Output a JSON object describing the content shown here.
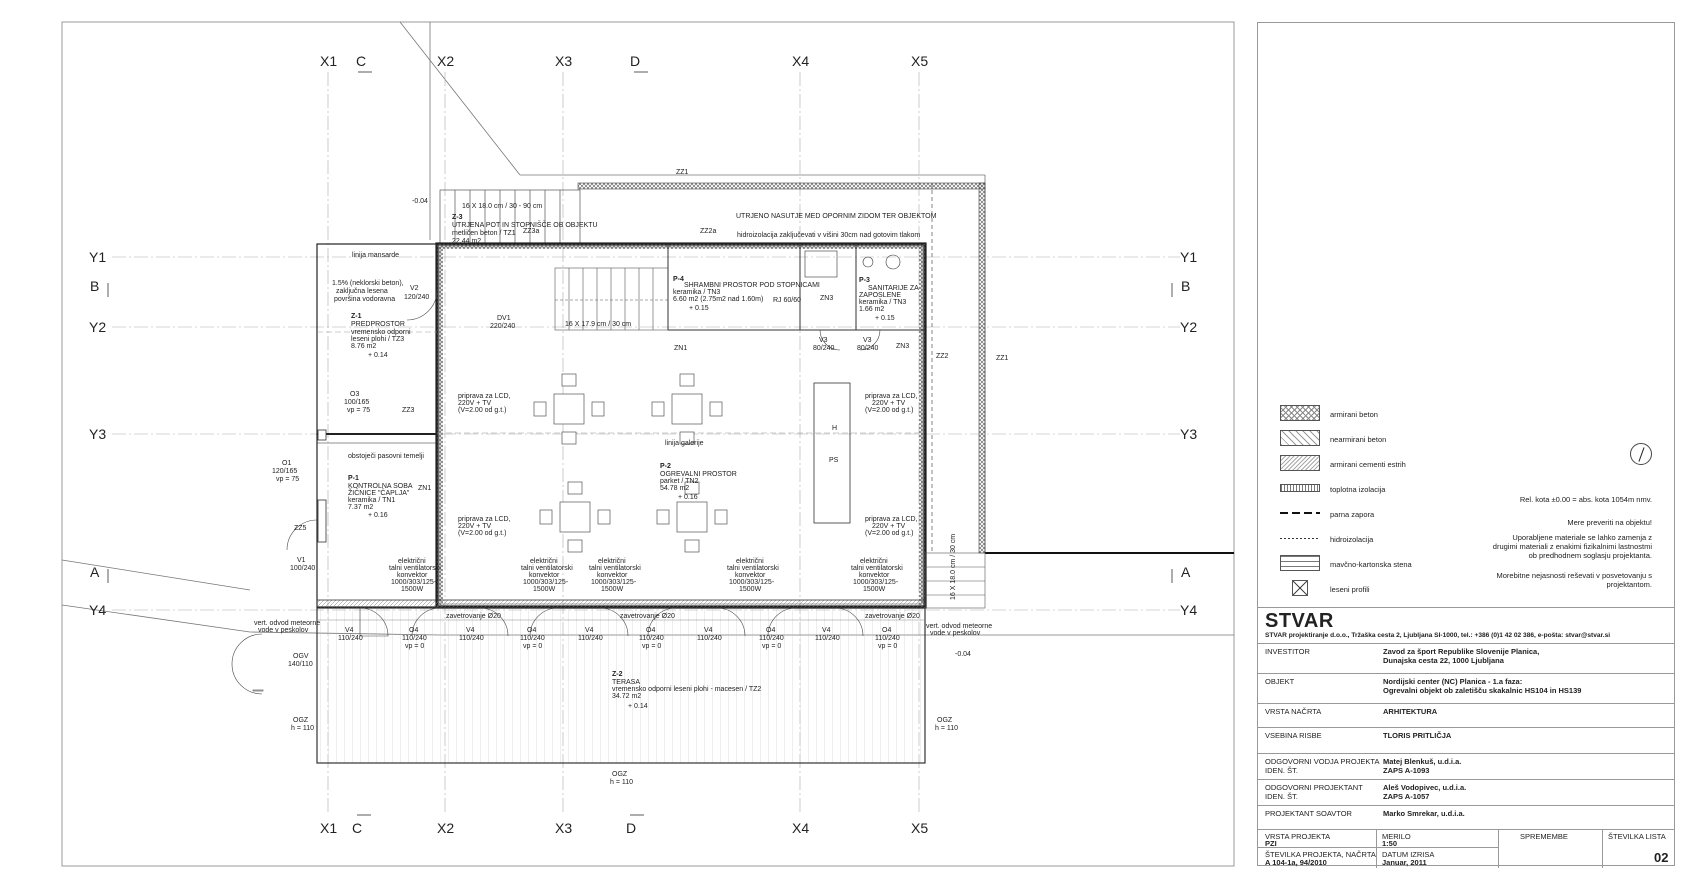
{
  "axes": {
    "x_top": [
      "X1",
      "C",
      "X2",
      "X3",
      "D",
      "X4",
      "X5"
    ],
    "y_left": [
      "Y1",
      "B",
      "Y2",
      "Y3",
      "A",
      "Y4"
    ],
    "y_right": [
      "Y1",
      "B",
      "Y2",
      "Y3",
      "A",
      "Y4"
    ]
  },
  "rooms": {
    "z1": {
      "code": "Z-1",
      "name": "PREDPROSTOR",
      "desc1": "vremensko odporni",
      "desc2": "leseni plohi / TZ3",
      "area": "8.76 m2",
      "level": "+ 0.14"
    },
    "p1": {
      "code": "P-1",
      "name": "KONTROLNA SOBA",
      "name2": "ŽIČNICE \"ČAPLJA\"",
      "desc": "keramika / TN1",
      "area": "7.37 m2",
      "level": "+ 0.16"
    },
    "p2": {
      "code": "P-2",
      "name": "OGREVALNI PROSTOR",
      "desc": "parket / TN2",
      "area": "54.78 m2",
      "level": "+ 0.16"
    },
    "p3": {
      "code": "P-3",
      "name": "SANITARIJE ZA",
      "name2": "ZAPOSLENE",
      "desc": "keramika / TN3",
      "area": "1.66 m2",
      "level": "+ 0.15"
    },
    "p4": {
      "code": "P-4",
      "name": "SHRAMBNI PROSTOR POD STOPNICAMI",
      "desc": "keramika / TN3",
      "area": "6.60 m2 (2.75m2 nad 1.60m)",
      "level": "+ 0.15"
    },
    "z2": {
      "code": "Z-2",
      "name": "TERASA",
      "desc": "vremensko odporni leseni plohi - macesen / TZ2",
      "area": "34.72 m2",
      "level": "+ 0.14"
    },
    "z3": {
      "code": "Z-3",
      "name": "UTRJENA POT IN STOPNIŠČE OB OBJEKTU",
      "desc": "metličen beton / TZ1",
      "area": "22.44 m2"
    }
  },
  "labels": {
    "stair_top": "16 X 18.0 cm / 30 - 90 cm",
    "stair_inner": "16 X 17.9 cm / 30 cm",
    "stair_right": "16 X 18.0 cm / 30 cm",
    "utrjeno": "UTRJENO NASUTJE MED OPORNIM ZIDOM TER OBJEKTOM",
    "hidro": "hidroizolacija zaključevati v višini 30cm nad gotovim tlakom",
    "zz1": "ZZ1",
    "zz2": "ZZ2",
    "zz2a": "ZZ2a",
    "zz3": "ZZ3",
    "zz3a": "ZZ3a",
    "zz5": "ZZ5",
    "zn1": "ZN1",
    "zn3": "ZN3",
    "rj": "RJ 60/60",
    "dv1": "DV1",
    "dv1s": "220/240",
    "v1": "V1",
    "v1s": "100/240",
    "v2": "V2",
    "v2s": "120/240",
    "v3": "V3",
    "v3s": "80/240",
    "o1": "O1",
    "o1s": "120/165",
    "o1v": "vp = 75",
    "o3": "O3",
    "o3s": "100/165",
    "o3v": "vp = 75",
    "v4": "V4",
    "v4s": "110/240",
    "o4": "O4",
    "o4s": "110/240",
    "o4v": "vp = 0",
    "ogv": "OGV",
    "ogvs": "140/110",
    "ogz": "OGZ",
    "ogzs": "h = 110",
    "level_neg": "-0.04",
    "mansarda": "linija mansarde",
    "galerija": "linija galerije",
    "pasovni": "obstoječi pasovni temelji",
    "lcd": "priprava za LCD,",
    "lcd2": "220V + TV",
    "lcd3": "(V=2.00 od g.t.)",
    "zav": "zavetrovanje Ø20",
    "konv1": "električni",
    "konv2": "talni ventilatorski",
    "konv3": "konvektor",
    "konv4": "1000/303/125-",
    "konv5": "1500W",
    "odvod1": "vert. odvod meteorne",
    "odvod2": "vode v peskolov",
    "h": "H",
    "ps": "PS",
    "slope": "1.5% (neklorski beton),",
    "slope2": "zaključna lesena",
    "slope3": "površina vodoravna"
  },
  "legend": [
    {
      "label": "armirani beton",
      "pattern": "cross"
    },
    {
      "label": "nearmirani beton",
      "pattern": "diag"
    },
    {
      "label": "armirani cementi estrih",
      "pattern": "diag2"
    },
    {
      "label": "toplotna izolacija",
      "pattern": "wave"
    },
    {
      "label": "parna zapora",
      "pattern": "dash"
    },
    {
      "label": "hidroizolacija",
      "pattern": "dot"
    },
    {
      "label": "mavčno-kartonska stena",
      "pattern": "lines"
    },
    {
      "label": "leseni profili",
      "pattern": "x"
    }
  ],
  "notes": {
    "kota": "Rel. kota ±0.00 = abs. kota 1054m nmv.",
    "mere": "Mere preveriti na objektu!",
    "material": "Uporabljene materiale se lahko zamenja z\ndrugimi materiali z enakimi fizikalnimi lastnostmi\nob predhodnem soglasju projektanta.",
    "nejasnosti": "Morebitne nejasnosti reševati v posvetovanju s\nprojektantom."
  },
  "company": {
    "logo": "STVAR",
    "line": "STVAR projektiranje d.o.o., Tržaška cesta 2, Ljubljana SI-1000, tel.: +386 (0)1 42 02 386, e-pošta: stvar@stvar.si"
  },
  "title_rows": [
    {
      "label": "INVESTITOR",
      "value": "Zavod za šport Republike Slovenije Planica,\nDunajska cesta 22, 1000 Ljubljana"
    },
    {
      "label": "OBJEKT",
      "value": "Nordijski center (NC) Planica - 1.a faza:\nOgrevalni objekt ob zaletišču skakalnic HS104 in HS139"
    },
    {
      "label": "VRSTA NAČRTA",
      "value": "ARHITEKTURA"
    },
    {
      "label": "VSEBINA RISBE",
      "value": "TLORIS PRITLIČJA"
    },
    {
      "label": "ODGOVORNI VODJA PROJEKTA\nIDEN. ŠT.",
      "value": "Matej Blenkuš, u.d.i.a.\nZAPS  A-1093"
    },
    {
      "label": "ODGOVORNI PROJEKTANT\nIDEN. ŠT.",
      "value": "Aleš Vodopivec, u.d.i.a.\nZAPS  A-1057"
    },
    {
      "label": "PROJEKTANT SOAVTOR",
      "value": "Marko Smrekar, u.d.i.a."
    }
  ],
  "bottom": {
    "vrsta_l": "VRSTA PROJEKTA",
    "vrsta_v": "PZI",
    "merilo_l": "MERILO",
    "merilo_v": "1:50",
    "spremembe": "SPREMEMBE",
    "stlista_l": "ŠTEVILKA LISTA",
    "stlista_v": "02",
    "stproj_l": "ŠTEVILKA PROJEKTA, NAČRTA",
    "stproj_v": "A 104-1a, 94/2010",
    "datum_l": "DATUM IZRISA",
    "datum_v": "Januar, 2011"
  }
}
